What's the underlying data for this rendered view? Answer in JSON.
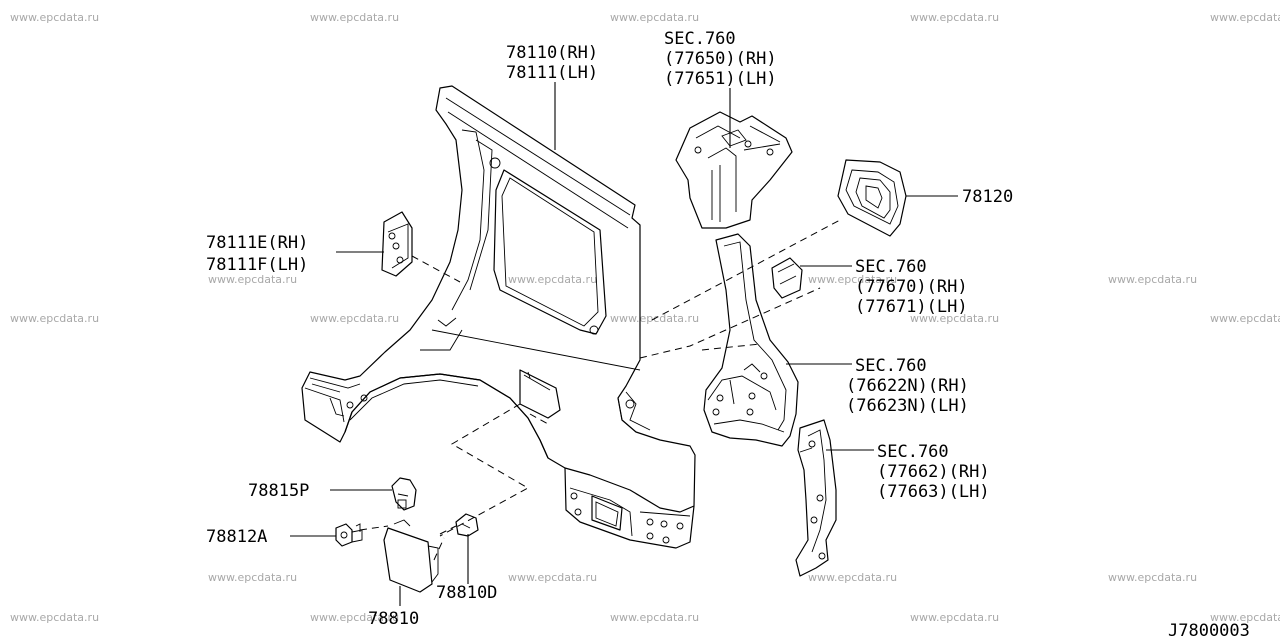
{
  "watermark": "www.epcdata.ru",
  "diagram_code": "J7800003",
  "labels": {
    "l78110_rh": "78110(RH)",
    "l78111_lh": "78111(LH)",
    "sec760_a": "SEC.760",
    "l77650_rh": "(77650)(RH)",
    "l77651_lh": "(77651)(LH)",
    "l78120": "78120",
    "l78111e_rh": "78111E(RH)",
    "l78111f_lh": "78111F(LH)",
    "sec760_b": "SEC.760",
    "l77670_rh": "(77670)(RH)",
    "l77671_lh": "(77671)(LH)",
    "sec760_c": "SEC.760",
    "l76622n_rh": "(76622N)(RH)",
    "l76623n_lh": "(76623N)(LH)",
    "sec760_d": "SEC.760",
    "l77662_rh": "(77662)(RH)",
    "l77663_lh": "(77663)(LH)",
    "l78815p": "78815P",
    "l78812a": "78812A",
    "l78810d": "78810D",
    "l78810": "78810"
  }
}
